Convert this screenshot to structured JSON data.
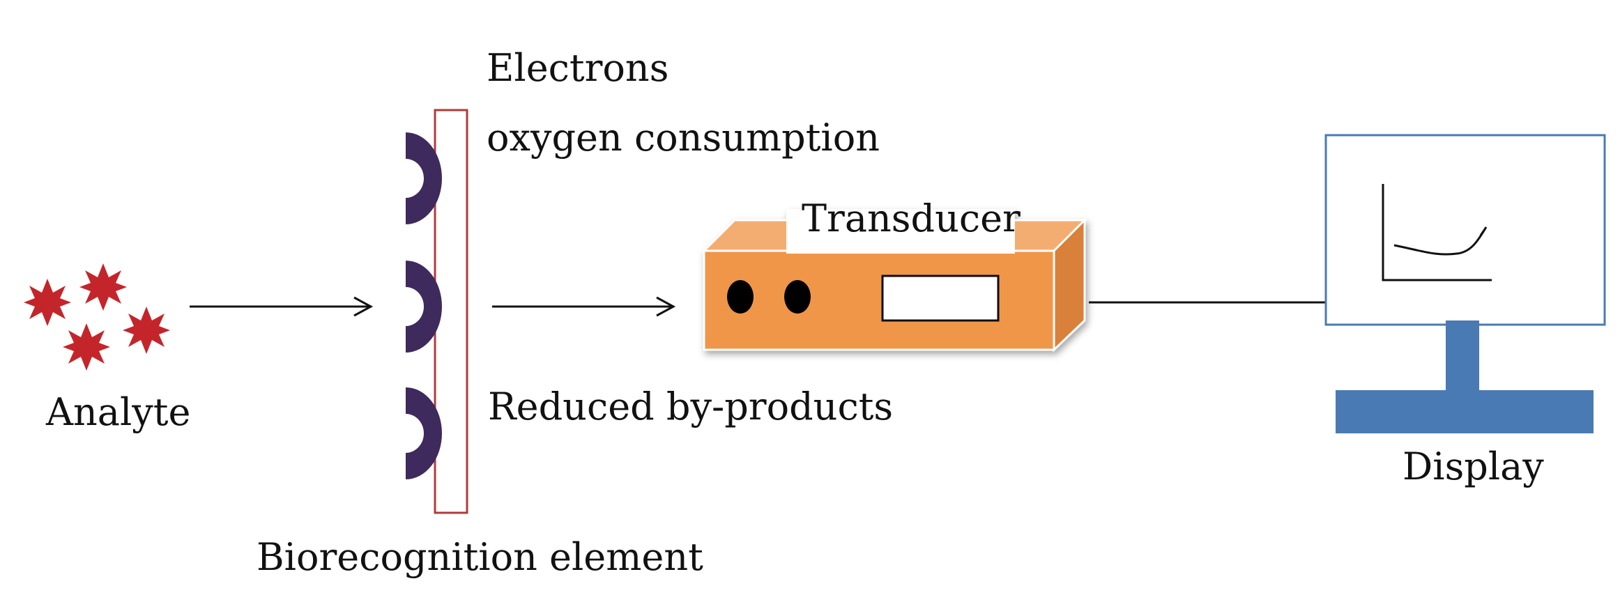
{
  "labels": {
    "analyte": "Analyte",
    "biorecognition": "Biorecognition element",
    "electrons": "Electrons",
    "oxygen": "oxygen consumption",
    "reduced": "Reduced by-products",
    "transducer": "Transducer",
    "display": "Display"
  },
  "colors": {
    "analyte": "#c4252b",
    "receptor": "#3e2a5c",
    "membrane": "#b23a3a",
    "transducer_front": "#f0964a",
    "transducer_top": "#f4ad70",
    "transducer_side": "#d9803a",
    "monitor_frame": "#4a7ab4",
    "monitor_stand": "#4a7ab4"
  },
  "icons": {
    "analyte": "star-molecule-icon",
    "receptor": "half-ring-receptor-icon",
    "display_graph": "curve-graph-icon"
  }
}
